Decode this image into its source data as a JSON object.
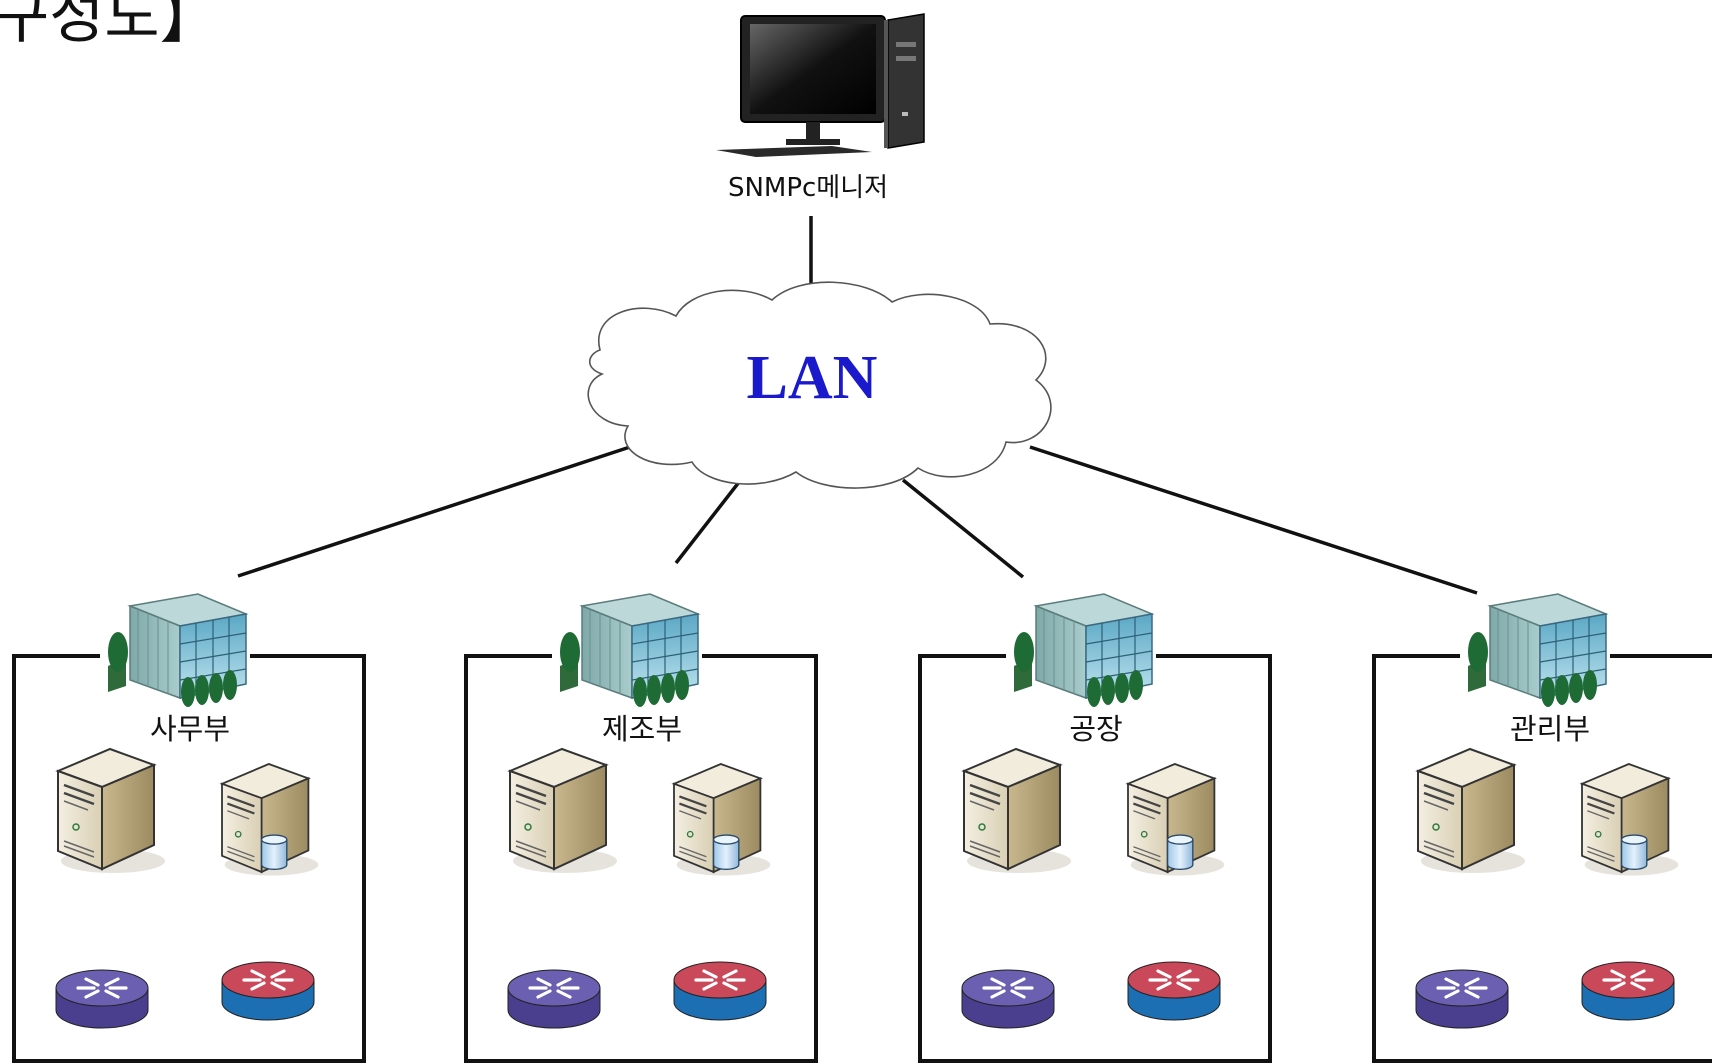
{
  "diagram": {
    "title": "구성도】",
    "manager_label": "SNMPc메니저",
    "network_label": "LAN",
    "departments": [
      {
        "label": "사무부"
      },
      {
        "label": "제조부"
      },
      {
        "label": "공장"
      },
      {
        "label": "관리부"
      }
    ]
  },
  "colors": {
    "lan_text": "#1a1acc",
    "router_purple": "#6a5fb0",
    "router_red_top": "#c9485a",
    "router_red_base": "#1b6fb2",
    "building": "#8fc4c9",
    "server_body": "#d8c9a3"
  },
  "icons": {
    "manager": "desktop-computer-icon",
    "building": "office-building-icon",
    "server": "tower-server-icon",
    "db_server": "database-server-icon",
    "router": "router-icon"
  }
}
